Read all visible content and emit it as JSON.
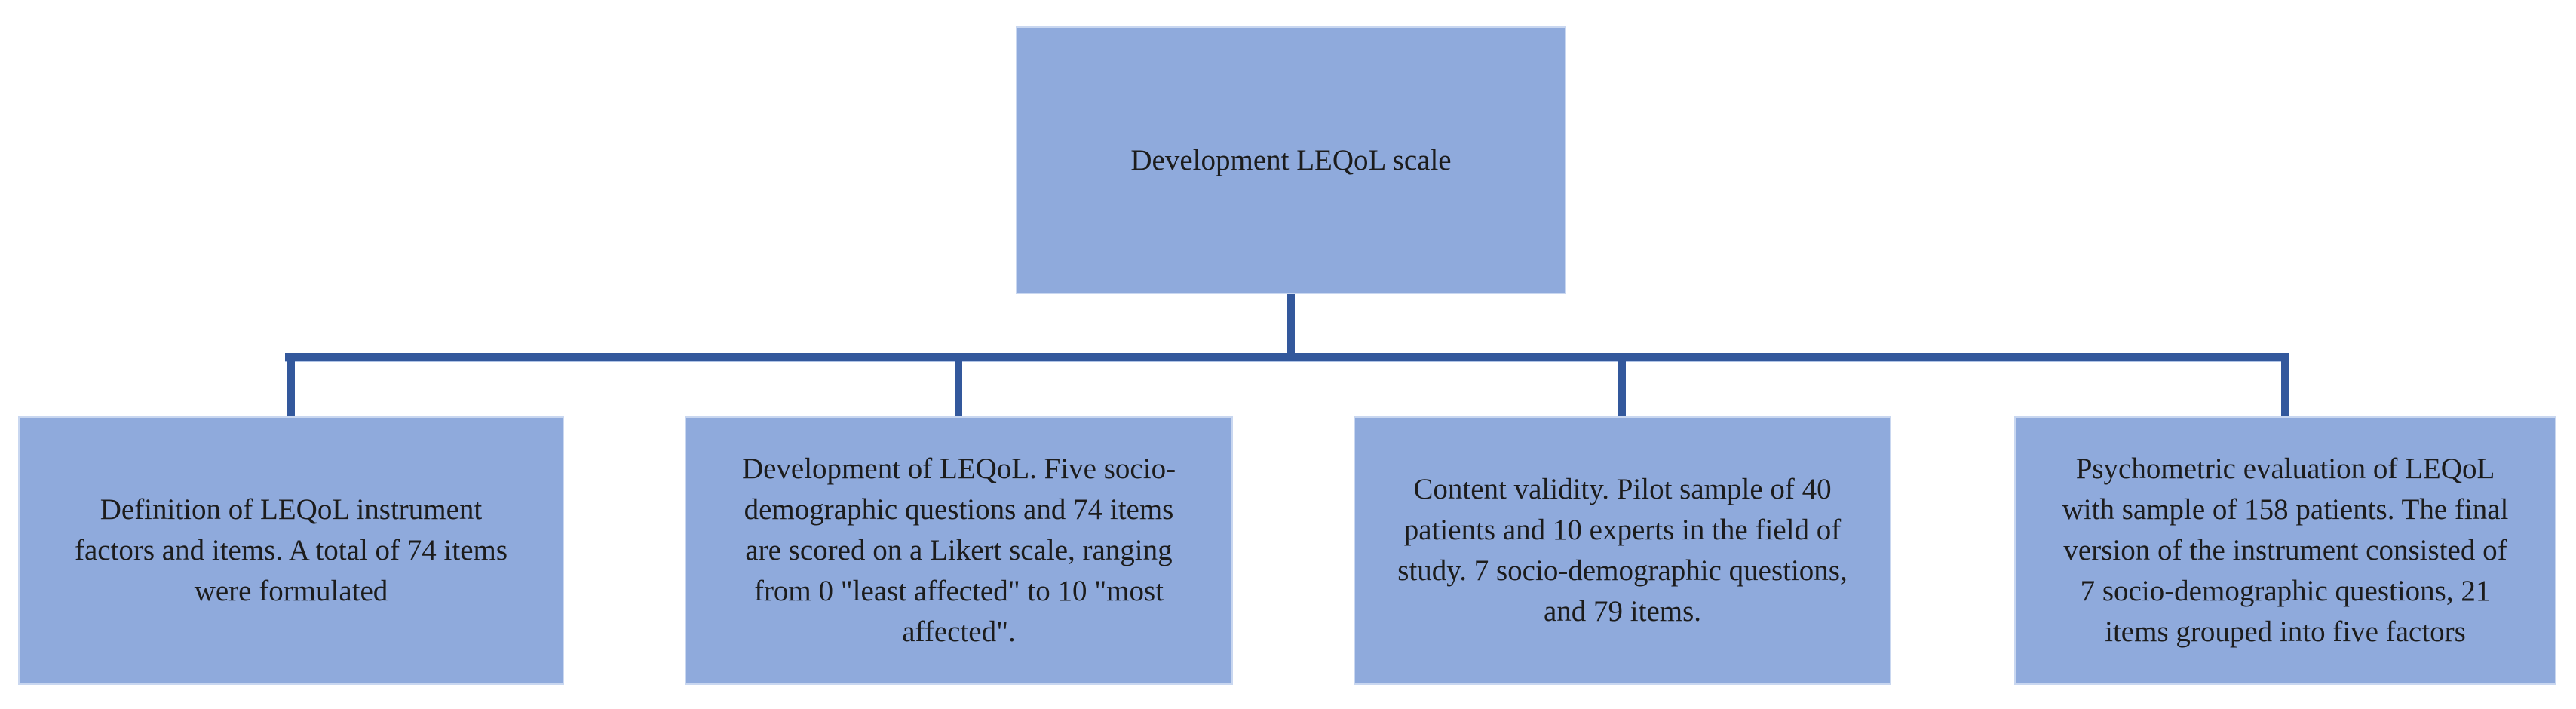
{
  "diagram": {
    "title": "Development LEQoL scale flowchart",
    "root": {
      "text": "Development LEQoL scale"
    },
    "children": [
      {
        "text": "Definition of LEQoL instrument\nfactors and items. A total of 74 items\nwere formulated"
      },
      {
        "text": "Development of LEQoL. Five socio-\ndemographic questions and 74 items\nare scored on a Likert scale, ranging\nfrom 0 \"least affected\" to 10 \"most\naffected\"."
      },
      {
        "text": "Content validity. Pilot sample of 40\npatients and 10 experts in the field of\nstudy. 7 socio-demographic questions,\nand 79 items."
      },
      {
        "text": "Psychometric evaluation of LEQoL\nwith sample of 158 patients. The final\nversion of the instrument consisted of\n7 socio-demographic questions, 21\nitems grouped into five factors"
      }
    ],
    "colors": {
      "background": "#FFFFFF",
      "box_fill": "#8FAADC",
      "box_border": "#C9D7F0",
      "connector": "#33589C",
      "connector_highlight": "#AFC3E6",
      "text": "#1C1C1C"
    }
  }
}
